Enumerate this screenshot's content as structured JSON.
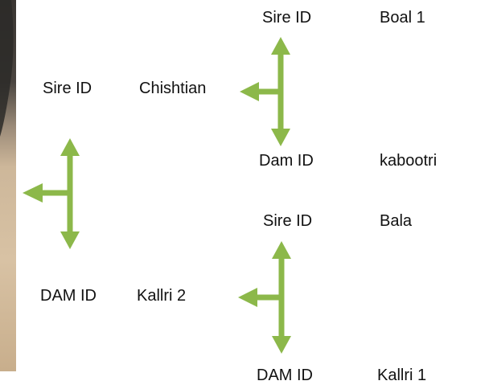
{
  "pedigree": {
    "sire": {
      "id_label": "Sire ID",
      "name": "Chishtian",
      "sire": {
        "id_label": "Sire ID",
        "name": "Boal 1"
      },
      "dam": {
        "id_label": "Dam ID",
        "name": "kabootri"
      }
    },
    "dam": {
      "id_label": "DAM ID",
      "name": "Kallri 2",
      "sire": {
        "id_label": "Sire ID",
        "name": "Bala"
      },
      "dam": {
        "id_label": "DAM ID",
        "name": "Kallri 1"
      }
    }
  },
  "colors": {
    "arrow": "#8CB84A",
    "text": "#111111"
  }
}
